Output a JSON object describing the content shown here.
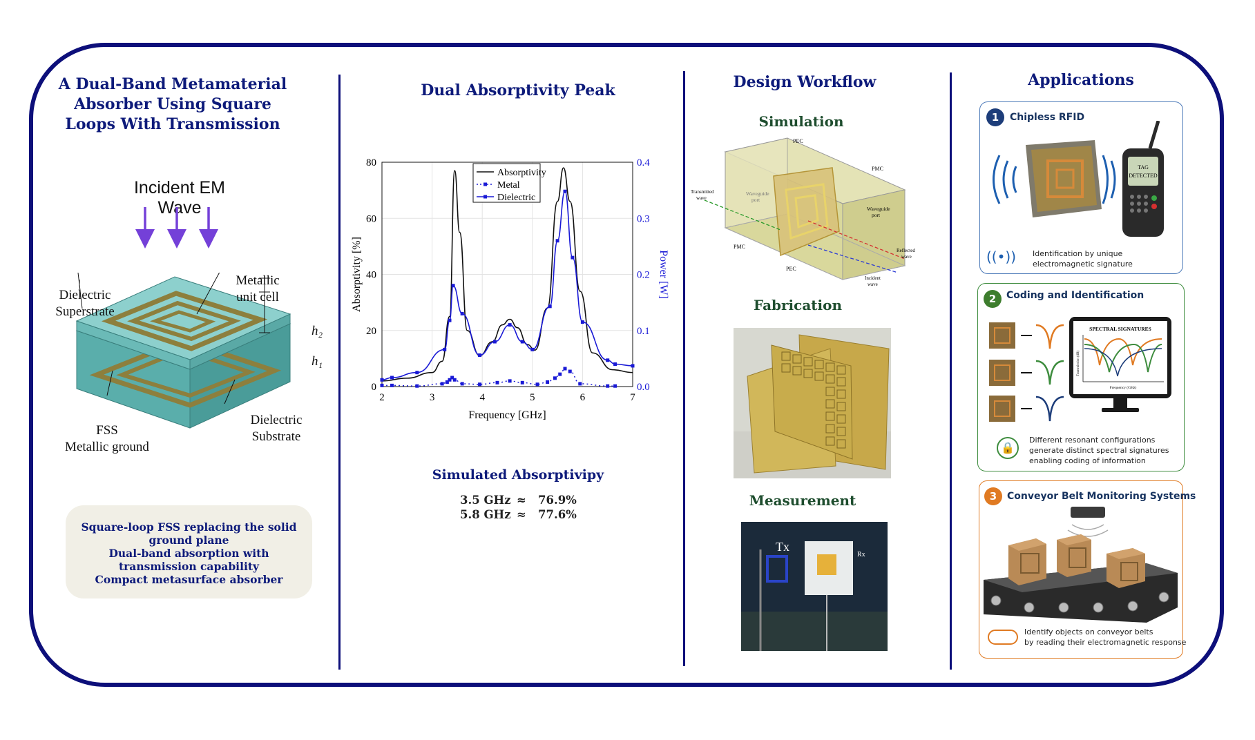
{
  "left": {
    "title_lines": [
      "A Dual-Band Metamaterial",
      "Absorber Using Square",
      "Loops With Transmission"
    ],
    "incident_label": "Incident EM Wave",
    "labels": {
      "dielectric_superstrate": [
        "Dielectric",
        "Superstrate"
      ],
      "metallic_unit_cell": [
        "Metallic",
        "unit cell"
      ],
      "h2": "h₂",
      "h1": "h₁",
      "fss": [
        "FSS",
        "Metallic ground"
      ],
      "dielectric_substrate": [
        "Dielectric",
        "Substrate"
      ]
    },
    "features": [
      "Square-loop FSS replacing the solid ground plane",
      "Dual-band absorption with transmission capability",
      "Compact metasurface absorber"
    ]
  },
  "middle": {
    "title": "Dual Absorptivity Peak",
    "subtitle": "Simulated Absorptivipy",
    "results": [
      {
        "freq": "3.5 GHz",
        "approx": "≈",
        "value": "76.9%"
      },
      {
        "freq": "5.8 GHz",
        "approx": "≈",
        "value": "77.6%"
      }
    ]
  },
  "chart_data": {
    "type": "line",
    "xlabel": "Frequency [GHz]",
    "ylabel": "Absorptivity [%]",
    "ylabel_right": "Power [W]",
    "xlim": [
      2,
      7
    ],
    "ylim": [
      0,
      80
    ],
    "ylim_right": [
      0,
      0.4
    ],
    "xticks": [
      2,
      3,
      4,
      5,
      6,
      7
    ],
    "yticks": [
      0,
      20,
      40,
      60,
      80
    ],
    "yticks_right": [
      "0.0",
      "0.1",
      "0.2",
      "0.3",
      "0.4"
    ],
    "grid": true,
    "legend": "top",
    "series": [
      {
        "name": "Absorptivity",
        "axis": "left",
        "color": "#111111",
        "style": "solid",
        "x": [
          2,
          2.5,
          3,
          3.2,
          3.35,
          3.45,
          3.55,
          3.7,
          3.95,
          4.2,
          4.4,
          4.55,
          4.7,
          4.9,
          5.05,
          5.3,
          5.5,
          5.62,
          5.75,
          5.95,
          6.2,
          6.6,
          7
        ],
        "y": [
          2,
          3,
          5,
          9,
          25,
          77,
          55,
          20,
          11,
          16,
          22,
          24,
          21,
          15,
          13,
          28,
          66,
          78,
          66,
          34,
          12,
          6,
          5
        ]
      },
      {
        "name": "Metal",
        "axis": "right",
        "color": "#1a1ad6",
        "style": "dotted",
        "x": [
          2,
          2.2,
          2.7,
          3.2,
          3.3,
          3.35,
          3.4,
          3.45,
          3.6,
          3.95,
          4.3,
          4.55,
          4.8,
          5.1,
          5.3,
          5.45,
          5.55,
          5.65,
          5.75,
          5.95,
          6.5,
          6.65
        ],
        "y": [
          0.002,
          0.002,
          0.001,
          0.005,
          0.008,
          0.012,
          0.016,
          0.012,
          0.005,
          0.004,
          0.007,
          0.01,
          0.007,
          0.004,
          0.008,
          0.015,
          0.022,
          0.032,
          0.027,
          0.005,
          0.001,
          0.001
        ]
      },
      {
        "name": "Dielectric",
        "axis": "right",
        "color": "#1a1ad6",
        "style": "solid",
        "x": [
          2,
          2.2,
          2.7,
          3.25,
          3.35,
          3.42,
          3.6,
          3.95,
          4.25,
          4.55,
          4.8,
          5.0,
          5.35,
          5.5,
          5.65,
          5.8,
          6.0,
          6.5,
          6.65,
          7
        ],
        "y": [
          0.012,
          0.016,
          0.025,
          0.066,
          0.118,
          0.18,
          0.13,
          0.056,
          0.08,
          0.11,
          0.08,
          0.066,
          0.143,
          0.26,
          0.348,
          0.23,
          0.115,
          0.047,
          0.04,
          0.037
        ]
      }
    ]
  },
  "workflow": {
    "title": "Design Workflow",
    "steps": [
      "Simulation",
      "Fabrication",
      "Measurement"
    ],
    "sim_labels": {
      "pec_top": "PEC",
      "pmc_right": "PMC",
      "transmitted": [
        "Transmitted",
        "wave"
      ],
      "waveguide_left": [
        "Waveguide",
        "port"
      ],
      "waveguide_right": [
        "Waveguide",
        "port"
      ],
      "reflected": [
        "Reflected",
        "wave"
      ],
      "pmc_left": "PMC",
      "pec_bottom": "PEC",
      "incident": [
        "Incident",
        "wave"
      ]
    },
    "meas_labels": {
      "tx": "Tx",
      "rx": "Rx"
    }
  },
  "applications": {
    "title": "Applications",
    "cards": [
      {
        "num": "1",
        "title": "Chipless RFID",
        "tag": [
          "TAG",
          "DETECTED"
        ],
        "caption": [
          "Identification by unique",
          "electromagnetic signature"
        ]
      },
      {
        "num": "2",
        "title": "Coding and Identification",
        "screen_title": "SPECTRAL SIGNATURES",
        "axis_y": "Transmission (dB)",
        "axis_x": "Frequency (GHz)",
        "caption": [
          "Different resonant configurations",
          "generate distinct spectral signatures",
          "enabling coding of information"
        ]
      },
      {
        "num": "3",
        "title": "Conveyor Belt Monitoring Systems",
        "caption": [
          "Identify objects on conveyor belts",
          "by reading their electromagnetic response"
        ]
      }
    ]
  },
  "colors": {
    "navy": "#0d0f7a",
    "green_title": "#1e4d2e",
    "blue_curve": "#1a1ad6",
    "teal": "#4aa6a3",
    "card1": "#4b79b8",
    "card2": "#3d8c3d",
    "card3": "#e07a22"
  }
}
